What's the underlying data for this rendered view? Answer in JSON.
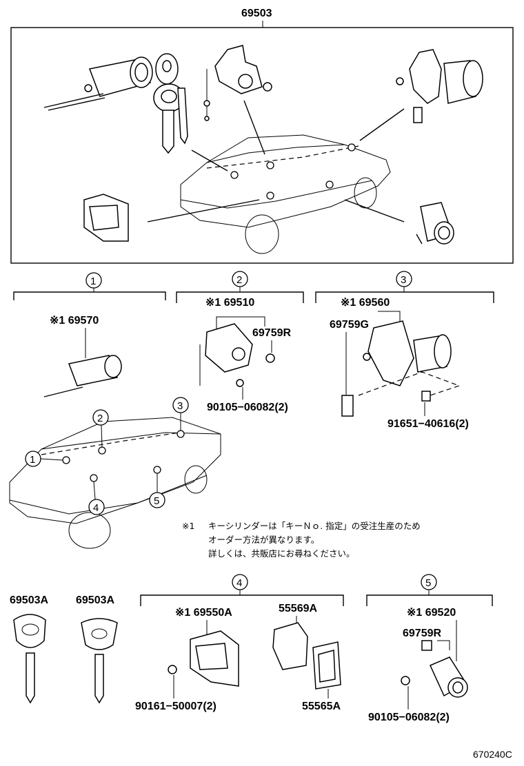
{
  "top_group": {
    "label": "69503"
  },
  "sections": [
    {
      "num": "1"
    },
    {
      "num": "2"
    },
    {
      "num": "3"
    },
    {
      "num": "4"
    },
    {
      "num": "5"
    }
  ],
  "parts": {
    "p69570": "※1 69570",
    "p69510": "※1 69510",
    "p69759r_a": "69759R",
    "p90105_a": "90105−06082(2)",
    "p69560": "※1 69560",
    "p69759g": "69759G",
    "p91651": "91651−40616(2)",
    "p69503a_1": "69503A",
    "p69503a_2": "69503A",
    "p69550a": "※1 69550A",
    "p55569a": "55569A",
    "p90161": "90161−50007(2)",
    "p55565a": "55565A",
    "p69520": "※1 69520",
    "p69759r_b": "69759R",
    "p90105_b": "90105−06082(2)"
  },
  "note": {
    "mark": "※1",
    "line1": "キーシリンダーは「キーＮｏ. 指定」の受注生産のため",
    "line2": "オーダー方法が異なります。",
    "line3": "詳しくは、共販店にお尋ねください。"
  },
  "diagram_code": "670240C"
}
